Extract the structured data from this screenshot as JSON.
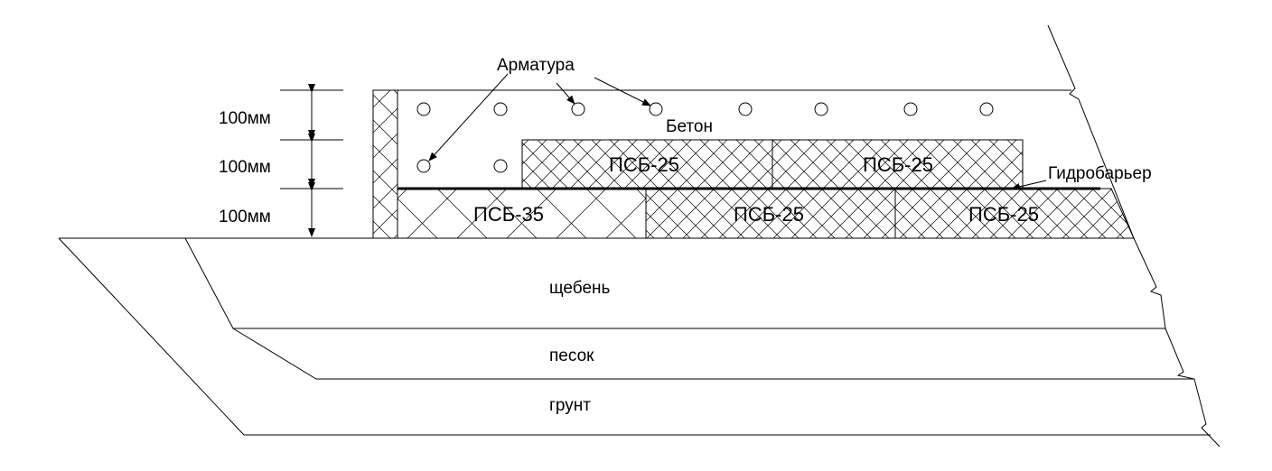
{
  "dimensions": {
    "layer_top": "100мм",
    "layer_middle": "100мм",
    "layer_bottom": "100мм"
  },
  "labels": {
    "rebar": "Арматура",
    "concrete": "Бетон",
    "hydrobarrier": "Гидробарьер"
  },
  "insulation": {
    "mid_left": "ПСБ-25",
    "mid_right": "ПСБ-25",
    "bottom_left": "ПСБ-35",
    "bottom_mid": "ПСБ-25",
    "bottom_right": "ПСБ-25"
  },
  "ground_layers": {
    "crushed_stone": "щебень",
    "sand": "песок",
    "soil": "грунт"
  },
  "colors": {
    "line": "#000000",
    "background": "#ffffff"
  }
}
